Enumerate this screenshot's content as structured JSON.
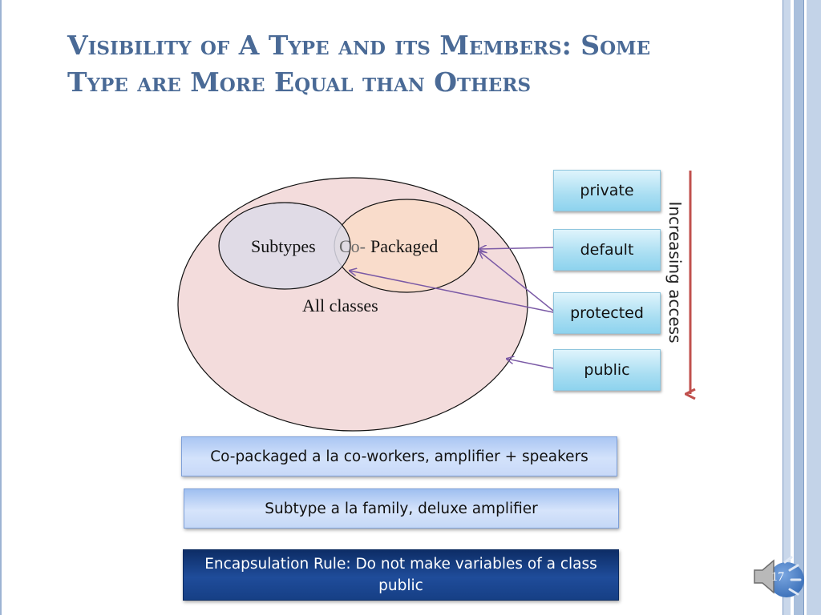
{
  "title": {
    "line1": "Visibility of A Type and its Members: Some",
    "line2": "Type are More Equal than Others"
  },
  "venn": {
    "subtypes": "Subtypes",
    "copackaged_prefix": "Co-",
    "copackaged_suffix": "Packaged",
    "all_classes": "All classes"
  },
  "access_levels": [
    "private",
    "default",
    "protected",
    "public"
  ],
  "access_axis_label": "Increasing access",
  "notes": {
    "copackaged": "Co-packaged a la co-workers, amplifier + speakers",
    "subtype": "Subtype a la family, deluxe amplifier",
    "encapsulation": "Encapsulation Rule: Do not make variables of a class public"
  },
  "page_number": "17",
  "icons": {
    "speaker": "speaker-icon"
  },
  "colors": {
    "title": "#4a6a96",
    "outer_ellipse": "#f3dcdc",
    "subtypes_ellipse": "#dcdbe7",
    "copackaged_ellipse": "#f9dccb",
    "arrow": "#7b5aa6",
    "axis_arrow": "#c0504d"
  }
}
